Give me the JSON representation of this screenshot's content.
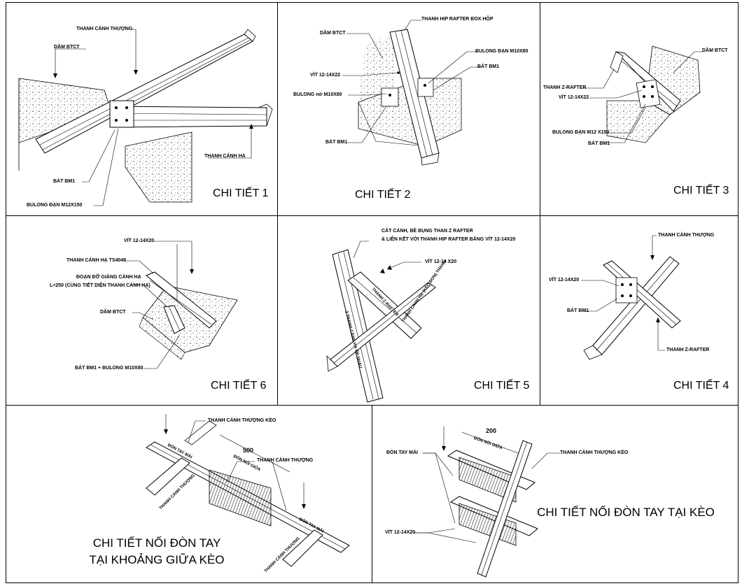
{
  "panels": {
    "d1": {
      "title": "CHI TIẾT 1",
      "labels": {
        "upper_chord": "THANH CÁNH THƯỢNG",
        "rc_beam": "DẦM BTCT",
        "lower_chord": "THANH CÁNH HẠ",
        "bracket": "BÁT BM1",
        "bolt": "BULONG ĐẠN M12X150"
      }
    },
    "d2": {
      "title": "CHI TIẾT 2",
      "labels": {
        "hip_rafter": "THANH HIP RAFTER BOX HỘP",
        "rc_beam": "DẦM BTCT",
        "bolt_m10": "BULONG ĐẠN M10X80",
        "bracket_r": "BÁT BM1",
        "screw": "VÍT 12-14X22",
        "anchor": "BULONG nở M10X80",
        "bracket_l": "BÁT BM1"
      }
    },
    "d3": {
      "title": "CHI TIẾT 3",
      "labels": {
        "rc_beam": "DẦM BTCT",
        "z_rafter": "THANH Z-RAFTER",
        "screw": "VÍT 12-14X22",
        "bolt": "BULONG ĐẠN M12 X150",
        "bracket": "BÁT BM1"
      }
    },
    "d4": {
      "title": "CHI TIẾT 4",
      "labels": {
        "upper_chord": "THANH CÁNH THƯỢNG",
        "screw": "VÍT 12-14X20",
        "bracket": "BÁT BM1",
        "z_rafter": "THANH Z-RAFTER"
      }
    },
    "d5": {
      "title": "CHI TIẾT 5",
      "labels": {
        "note_1": "CẮT CÁNH, BẺ BỤNG THAN Z RAFTER",
        "note_2": "& LIÊN KẾT VỚI THANH HIP RAFTER BẰNG VÍT 12-14X20",
        "screw": "VÍT 12-14 X20",
        "tag_a": "THANH Z-RAFTER",
        "tag_b": "THANH CÁNH HẠ (KÈO ĐƠN) THANH",
        "tag_c": "2 THANH CÁNH HẠ ỐP NHAU"
      }
    },
    "d6": {
      "title": "CHI TIẾT 6",
      "labels": {
        "screw": "VÍT 12-14X20",
        "lower_chord": "THANH CÁNH HẠ TS4048",
        "brace_1": "ĐOẠN ĐỠ GIẰNG CÁNH HẠ",
        "brace_2": "L=250 (CÙNG TIẾT DIỆN THANH CÁNH HẠ)",
        "rc_beam": "DẦM BTCT",
        "bracket_bolt": "BÁT BM1 + BULONG M10X80"
      }
    },
    "d7": {
      "title_line1": "CHI TIẾT NỐI ĐÒN TAY",
      "title_line2": "TẠI KHOẢNG GIỮA KÈO",
      "labels": {
        "upper_truss": "THANH CÁNH THƯỢNG KÈO",
        "dim": "500",
        "splice": "ĐÒN NỐI GIỮA",
        "upper_chord": "THANH CÁNH THƯỢNG",
        "purlin_a": "ĐÒN TAY MÁI",
        "purlin_b": "ĐÒN TAY MÁI",
        "chord_a": "THANH CÁNH THƯỢNG",
        "chord_b": "THANH CÁNH THƯỢNG"
      }
    },
    "d8": {
      "title": "CHI TIẾT NỐI ĐÒN TAY TẠI KÈO",
      "labels": {
        "dim": "200",
        "splice": "ĐÒN NỐI GIỮA",
        "purlin": "ĐÒN TAY MÁI",
        "upper_truss": "THANH CÁNH THƯỢNG KÈO",
        "screw": "VÍT 12-14X20"
      }
    }
  },
  "colors": {
    "line": "#000000",
    "concrete_dot": "#444444",
    "paper": "#ffffff"
  }
}
